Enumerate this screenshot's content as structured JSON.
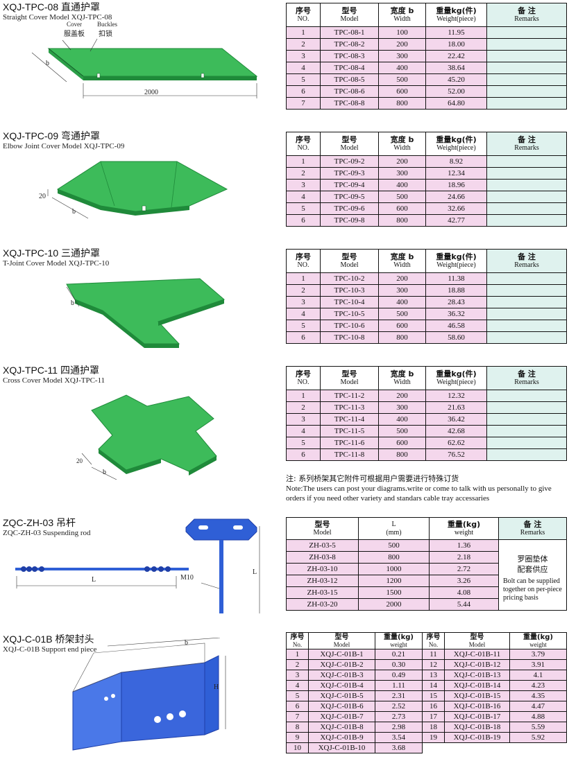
{
  "colors": {
    "cover_green": "#3dbb5a",
    "cover_green_dark": "#1f8a3a",
    "steel_blue": "#2f5fd6",
    "row_pink": "#f4d7ec",
    "remark_teal": "#dff2ee"
  },
  "sections": {
    "tpc08": {
      "title": "XQJ-TPC-08 直通护罩",
      "subtitle": "Straight Cover Model XQJ-TPC-08",
      "labels": {
        "cover_en": "Cover",
        "buckles_en": "Buckles",
        "cover_zh": "服盖板",
        "buckles_zh": "扣锁",
        "b": "b",
        "length": "2000"
      },
      "headers": {
        "no_zh": "序号",
        "no_en": "NO.",
        "model_zh": "型号",
        "model_en": "Model",
        "width_zh": "宽度 b",
        "width_en": "Width",
        "weight_zh": "重量kg(件)",
        "weight_en": "Weight(piece)",
        "remarks_zh": "备 注",
        "remarks_en": "Remarks"
      },
      "rows": [
        [
          "1",
          "TPC-08-1",
          "100",
          "11.95"
        ],
        [
          "2",
          "TPC-08-2",
          "200",
          "18.00"
        ],
        [
          "3",
          "TPC-08-3",
          "300",
          "22.42"
        ],
        [
          "4",
          "TPC-08-4",
          "400",
          "38.64"
        ],
        [
          "5",
          "TPC-08-5",
          "500",
          "45.20"
        ],
        [
          "6",
          "TPC-08-6",
          "600",
          "52.00"
        ],
        [
          "7",
          "TPC-08-8",
          "800",
          "64.80"
        ]
      ]
    },
    "tpc09": {
      "title": "XQJ-TPC-09 弯通护罩",
      "subtitle": "Elbow Joint Cover Model XQJ-TPC-09",
      "labels": {
        "h": "20",
        "b": "b"
      },
      "headers": {
        "no_zh": "序号",
        "no_en": "NO.",
        "model_zh": "型号",
        "model_en": "Model",
        "width_zh": "宽度 b",
        "width_en": "Width",
        "weight_zh": "重量kg(件)",
        "weight_en": "Weight(piece)",
        "remarks_zh": "备 注",
        "remarks_en": "Remarks"
      },
      "rows": [
        [
          "1",
          "TPC-09-2",
          "200",
          "8.92"
        ],
        [
          "2",
          "TPC-09-3",
          "300",
          "12.34"
        ],
        [
          "3",
          "TPC-09-4",
          "400",
          "18.96"
        ],
        [
          "4",
          "TPC-09-5",
          "500",
          "24.66"
        ],
        [
          "5",
          "TPC-09-6",
          "600",
          "32.66"
        ],
        [
          "6",
          "TPC-09-8",
          "800",
          "42.77"
        ]
      ]
    },
    "tpc10": {
      "title": "XQJ-TPC-10 三通护罩",
      "subtitle": "T-Joint Cover Model XQJ-TPC-10",
      "labels": {
        "b": "b"
      },
      "headers": {
        "no_zh": "序号",
        "no_en": "NO.",
        "model_zh": "型号",
        "model_en": "Model",
        "width_zh": "宽度 b",
        "width_en": "Width",
        "weight_zh": "重量kg(件)",
        "weight_en": "Weight(piece)",
        "remarks_zh": "备 注",
        "remarks_en": "Remarks"
      },
      "rows": [
        [
          "1",
          "TPC-10-2",
          "200",
          "11.38"
        ],
        [
          "2",
          "TPC-10-3",
          "300",
          "18.88"
        ],
        [
          "3",
          "TPC-10-4",
          "400",
          "28.43"
        ],
        [
          "4",
          "TPC-10-5",
          "500",
          "36.32"
        ],
        [
          "5",
          "TPC-10-6",
          "600",
          "46.58"
        ],
        [
          "6",
          "TPC-10-8",
          "800",
          "58.60"
        ]
      ]
    },
    "tpc11": {
      "title": "XQJ-TPC-11 四通护罩",
      "subtitle": "Cross Cover Model XQJ-TPC-11",
      "labels": {
        "h": "20",
        "b": "b"
      },
      "headers": {
        "no_zh": "序号",
        "no_en": "NO.",
        "model_zh": "型号",
        "model_en": "Model",
        "width_zh": "宽度 b",
        "width_en": "Width",
        "weight_zh": "重量kg(件)",
        "weight_en": "Weight(piece)",
        "remarks_zh": "备 注",
        "remarks_en": "Remarks"
      },
      "rows": [
        [
          "1",
          "TPC-11-2",
          "200",
          "12.32"
        ],
        [
          "2",
          "TPC-11-3",
          "300",
          "21.63"
        ],
        [
          "3",
          "TPC-11-4",
          "400",
          "36.42"
        ],
        [
          "4",
          "TPC-11-5",
          "500",
          "42.68"
        ],
        [
          "5",
          "TPC-11-6",
          "600",
          "62.62"
        ],
        [
          "6",
          "TPC-11-8",
          "800",
          "76.52"
        ]
      ]
    },
    "zh03": {
      "title": "ZQC-ZH-03 吊杆",
      "subtitle": "ZQC-ZH-03 Suspending rod",
      "labels": {
        "L": "L",
        "M10": "M10",
        "L_vertical": "L"
      },
      "headers": {
        "model_zh": "型号",
        "model_en": "Model",
        "l": "L",
        "l_unit": "(mm)",
        "weight_zh": "重量(kg)",
        "weight_en": "weight",
        "remarks_zh": "备 注",
        "remarks_en": "Remarks"
      },
      "rows": [
        [
          "ZH-03-5",
          "500",
          "1.36"
        ],
        [
          "ZH-03-8",
          "800",
          "2.18"
        ],
        [
          "ZH-03-10",
          "1000",
          "2.72"
        ],
        [
          "ZH-03-12",
          "1200",
          "3.26"
        ],
        [
          "ZH-03-15",
          "1500",
          "4.08"
        ],
        [
          "ZH-03-20",
          "2000",
          "5.44"
        ]
      ],
      "remark_zh_1": "罗圈垫体",
      "remark_zh_2": "配套供应",
      "remark_en": "Bolt can be supplied together on per-piece pricing basis"
    },
    "c01b": {
      "title": "XQJ-C-01B 桥架封头",
      "subtitle": "XQJ-C-01B Support end piece",
      "labels": {
        "b": "b",
        "H": "H"
      },
      "headers": {
        "no_zh": "序号",
        "no_en": "No.",
        "model_zh": "型号",
        "model_en": "Model",
        "weight_zh": "重量(kg)",
        "weight_en": "weight"
      },
      "rows": [
        [
          "1",
          "XQJ-C-01B-1",
          "0.21",
          "11",
          "XQJ-C-01B-11",
          "3.79"
        ],
        [
          "2",
          "XQJ-C-01B-2",
          "0.30",
          "12",
          "XQJ-C-01B-12",
          "3.91"
        ],
        [
          "3",
          "XQJ-C-01B-3",
          "0.49",
          "13",
          "XQJ-C-01B-13",
          "4.1"
        ],
        [
          "4",
          "XQJ-C-01B-4",
          "1.11",
          "14",
          "XQJ-C-01B-14",
          "4.23"
        ],
        [
          "5",
          "XQJ-C-01B-5",
          "2.31",
          "15",
          "XQJ-C-01B-15",
          "4.35"
        ],
        [
          "6",
          "XQJ-C-01B-6",
          "2.52",
          "16",
          "XQJ-C-01B-16",
          "4.47"
        ],
        [
          "7",
          "XQJ-C-01B-7",
          "2.73",
          "17",
          "XQJ-C-01B-17",
          "4.88"
        ],
        [
          "8",
          "XQJ-C-01B-8",
          "2.98",
          "18",
          "XQJ-C-01B-18",
          "5.59"
        ],
        [
          "9",
          "XQJ-C-01B-9",
          "3.54",
          "19",
          "XQJ-C-01B-19",
          "5.92"
        ],
        [
          "10",
          "XQJ-C-01B-10",
          "3.68",
          "",
          "",
          ""
        ]
      ]
    }
  },
  "note": {
    "zh": "注: 系列桥架其它附件可根据用户需要进行特殊订货",
    "en": "Note:The users can post your diagrams.write or come to talk with us personally to give orders if you need other variety and standars cable tray accessaries"
  }
}
